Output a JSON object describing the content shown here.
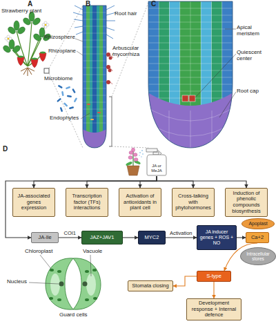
{
  "diagram": {
    "nodes": [
      {
        "text": [
          "JA or MeJA"
        ]
      },
      {
        "text": [
          "JA-associated genes expression"
        ]
      },
      {
        "text": [
          "Transcription factor (TFs) interactions"
        ]
      },
      {
        "text": [
          "Activation of antioxidants in plant cell"
        ]
      },
      {
        "text": [
          "Cross-talking with phytohormones"
        ]
      },
      {
        "text": [
          "Induction of phenolic compounds biosynthesis"
        ]
      },
      {
        "text": [
          "JA-Ile"
        ]
      },
      {
        "text": [
          "JAZ+JAV1"
        ]
      },
      {
        "text": [
          "MYC2"
        ]
      },
      {
        "text": [
          "JA inducer genes + ROS + NO"
        ]
      },
      {
        "text": [
          "Apoplast"
        ]
      },
      {
        "text": [
          "Ca+2"
        ]
      },
      {
        "text": [
          "Intracellular stores"
        ]
      },
      {
        "text": [
          "S-type"
        ]
      },
      {
        "text": [
          "Stomata closing"
        ]
      },
      {
        "text": [
          "Development response + Internal defence"
        ]
      }
    ],
    "edges": [
      {
        "from": 0,
        "to": 1,
        "arrow": "to"
      },
      {
        "from": 0,
        "to": 2,
        "arrow": "to"
      },
      {
        "from": 0,
        "to": 3,
        "arrow": "to"
      },
      {
        "from": 0,
        "to": 4,
        "arrow": "to"
      },
      {
        "from": 0,
        "to": 5,
        "arrow": "to"
      },
      {
        "from": 0,
        "to": 6,
        "arrow": "to"
      },
      {
        "from": 6,
        "to": 7,
        "label": "COI1",
        "arrow": "to"
      },
      {
        "from": 7,
        "to": 8,
        "arrow": "to"
      },
      {
        "from": 8,
        "to": 9,
        "label": "Activation",
        "arrow": "to"
      },
      {
        "from": 9,
        "to": 11,
        "arrow": "to"
      },
      {
        "from": 11,
        "to": 13,
        "arrow": "to"
      },
      {
        "from": 13,
        "to": 14,
        "arrow": "to"
      },
      {
        "from": 13,
        "to": 15,
        "arrow": "to"
      }
    ],
    "labels": [
      "A",
      "Strawberry plant",
      "B",
      "Root hair",
      "Rhizosphere",
      "Rhizoplane",
      "Arbuscular mycorrhiza",
      "Microbiome",
      "Endophytes",
      "C",
      "Apical meristem",
      "Quiescent center",
      "Root cap",
      "D",
      "Chloroplast",
      "Vacuole",
      "Nucleus",
      "Guard cells"
    ]
  }
}
